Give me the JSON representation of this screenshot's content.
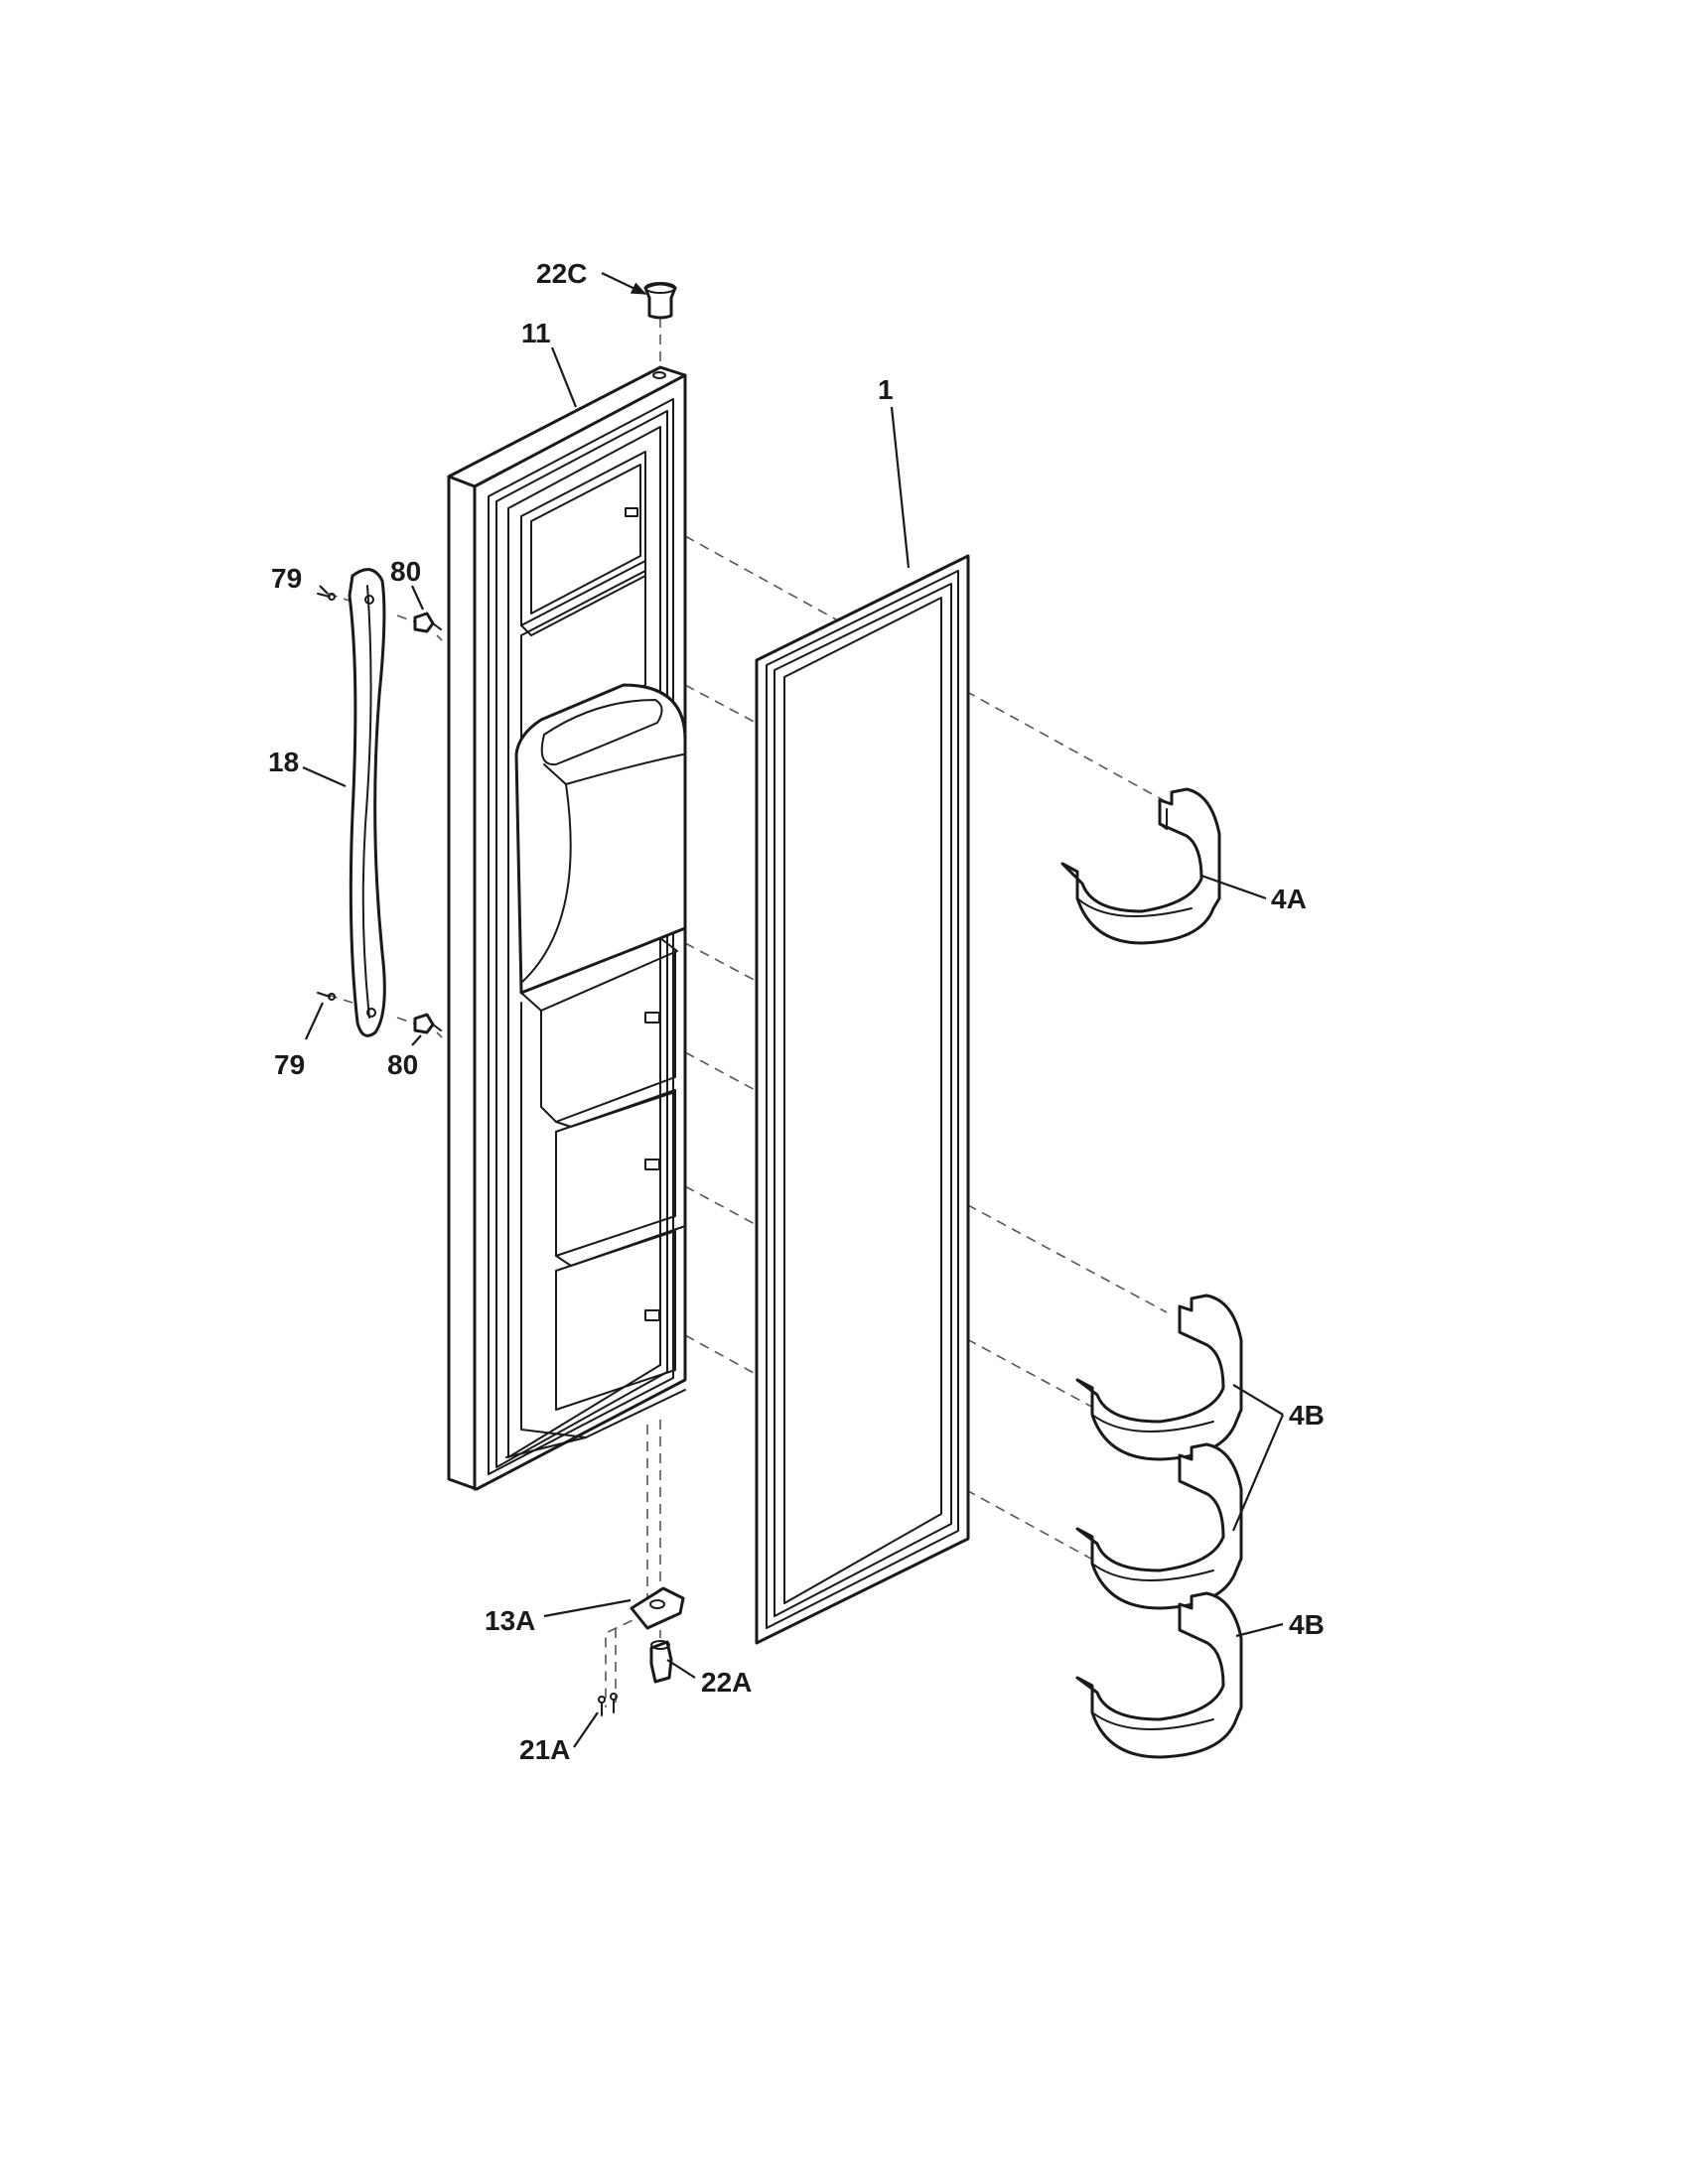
{
  "labels": {
    "l22c": "22C",
    "l11": "11",
    "l1": "1",
    "l79a": "79",
    "l80a": "80",
    "l18": "18",
    "l4a": "4A",
    "l79b": "79",
    "l80b": "80",
    "l4b_pair": "4B",
    "l4b_single": "4B",
    "l13a": "13A",
    "l22a": "22A",
    "l21a": "21A"
  }
}
